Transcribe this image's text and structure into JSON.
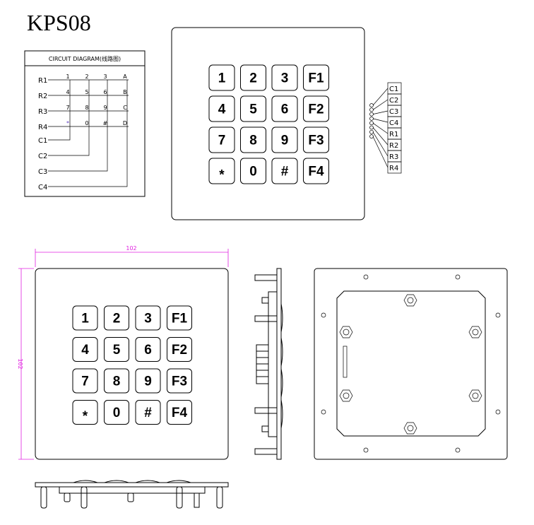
{
  "title": "KPS08",
  "circuit": {
    "heading": "CIRCUIT DIAGRAM(线路图)",
    "rows": [
      "R1",
      "R2",
      "R3",
      "R4"
    ],
    "cols": [
      "C1",
      "C2",
      "C3",
      "C4"
    ],
    "grid": [
      [
        "1",
        "2",
        "3",
        "A"
      ],
      [
        "4",
        "5",
        "6",
        "B"
      ],
      [
        "7",
        "8",
        "9",
        "C"
      ],
      [
        "*",
        "0",
        "#",
        "D"
      ]
    ]
  },
  "keys": [
    [
      "1",
      "2",
      "3",
      "F1"
    ],
    [
      "4",
      "5",
      "6",
      "F2"
    ],
    [
      "7",
      "8",
      "9",
      "F3"
    ],
    [
      "*",
      "0",
      "#",
      "F4"
    ]
  ],
  "connector_pins": [
    "C1",
    "C2",
    "C3",
    "C4",
    "R1",
    "R2",
    "R3",
    "R4"
  ],
  "dimensions": {
    "width": "102",
    "height": "102",
    "color": "#e020e0"
  }
}
